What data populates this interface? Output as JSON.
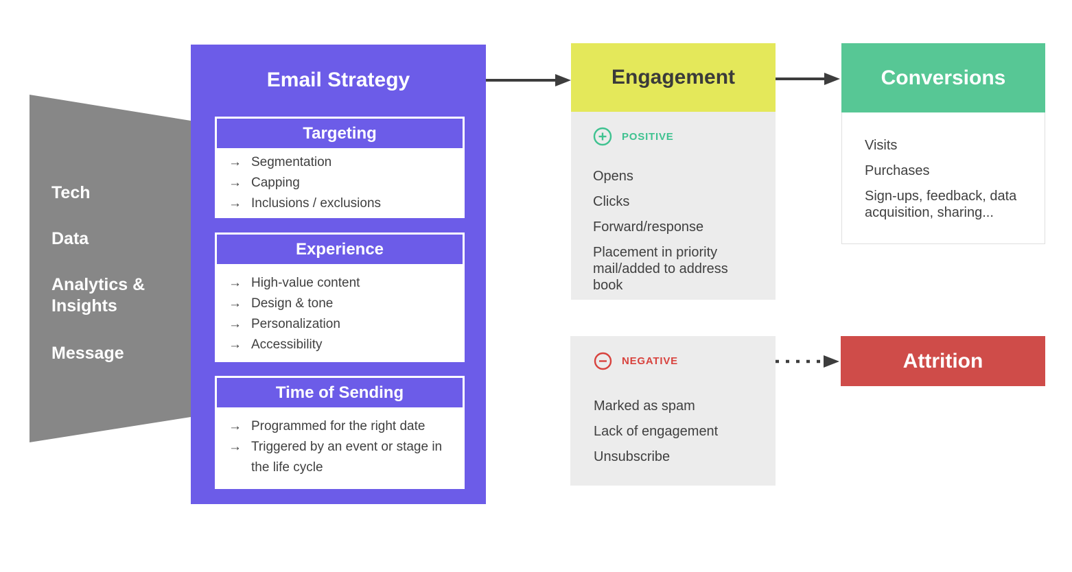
{
  "icons": {
    "arrow": "→"
  },
  "colors": {
    "purple": "#6C5CE8",
    "yellow": "#E4E85A",
    "green": "#57C795",
    "red": "#CF4C49",
    "funnel_gray": "#878787",
    "panel_gray": "#ECECEC",
    "positive_green": "#3FC290",
    "negative_red": "#D8433E",
    "arrow_dark": "#3D3D3D",
    "text_dark": "#3F3F3F"
  },
  "funnel": {
    "labels": [
      "Tech",
      "Data",
      "Analytics & Insights",
      "Message"
    ]
  },
  "strategy": {
    "title": "Email Strategy",
    "sections": [
      {
        "title": "Targeting",
        "items": [
          "Segmentation",
          "Capping",
          "Inclusions / exclusions"
        ]
      },
      {
        "title": "Experience",
        "items": [
          "High-value content",
          "Design & tone",
          "Personalization",
          "Accessibility"
        ]
      },
      {
        "title": "Time of Sending",
        "items": [
          "Programmed for the right date",
          "Triggered by an event or stage in the life cycle"
        ]
      }
    ]
  },
  "engagement": {
    "title": "Engagement",
    "positive_label": "POSITIVE",
    "positive_items": [
      "Opens",
      "Clicks",
      "Forward/response",
      "Placement in priority mail/added to address book"
    ],
    "negative_label": "NEGATIVE",
    "negative_items": [
      "Marked as spam",
      "Lack of engagement",
      "Unsubscribe"
    ]
  },
  "conversions": {
    "title": "Conversions",
    "items": [
      "Visits",
      "Purchases",
      "Sign-ups, feedback, data acquisition, sharing..."
    ]
  },
  "attrition": {
    "title": "Attrition"
  }
}
